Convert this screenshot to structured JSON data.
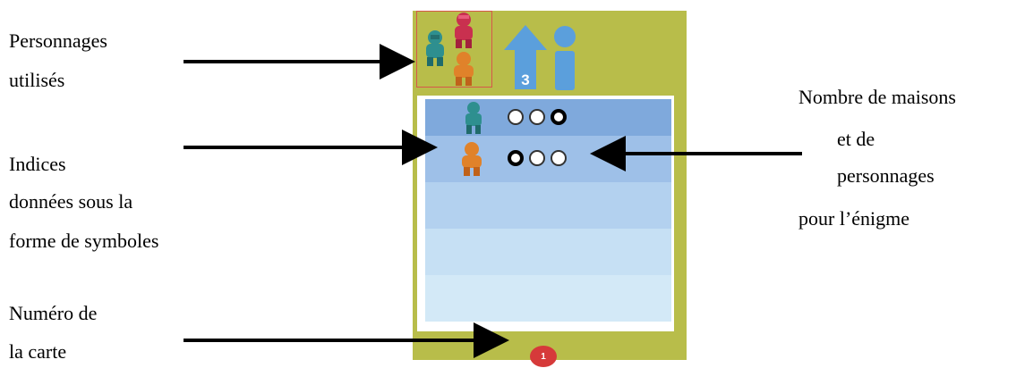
{
  "labels": {
    "personnages_line1": "Personnages",
    "personnages_line2": "utilisés",
    "indices_line1": "Indices",
    "indices_line2": "données sous la",
    "indices_line3": "forme de symboles",
    "numero_line1": "Numéro de",
    "numero_line2": "la carte",
    "nombre_line1": "Nombre de maisons",
    "nombre_line2": "et de",
    "nombre_line3": "personnages",
    "nombre_line4": "pour l’énigme"
  },
  "card": {
    "house_count": "3",
    "card_number": "1",
    "clue_rows": [
      {
        "character": "teal",
        "circles": [
          "thin",
          "thin",
          "bold"
        ]
      },
      {
        "character": "orange",
        "circles": [
          "bold",
          "thin",
          "thin"
        ]
      }
    ]
  },
  "colors": {
    "card_background": "#b8bd4a",
    "teal_character": "#2e8f8f",
    "red_character": "#c9304f",
    "orange_character": "#e0822a",
    "blue_icon": "#5b9fdc",
    "number_badge": "#d63a3a"
  },
  "icons": [
    "teal-character-icon",
    "red-character-icon",
    "orange-character-icon",
    "house-arrow-icon",
    "person-icon"
  ]
}
